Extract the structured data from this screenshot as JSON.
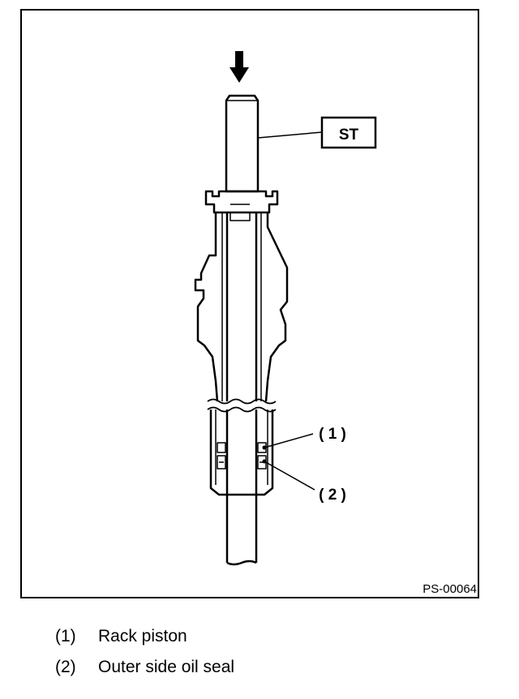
{
  "tool_label": "ST",
  "callouts": [
    {
      "id": "1",
      "label": "( 1 )"
    },
    {
      "id": "2",
      "label": "( 2 )"
    }
  ],
  "figure_code": "PS-00064",
  "legend": [
    {
      "num": "(1)",
      "text": "Rack piston"
    },
    {
      "num": "(2)",
      "text": "Outer side oil seal"
    }
  ]
}
